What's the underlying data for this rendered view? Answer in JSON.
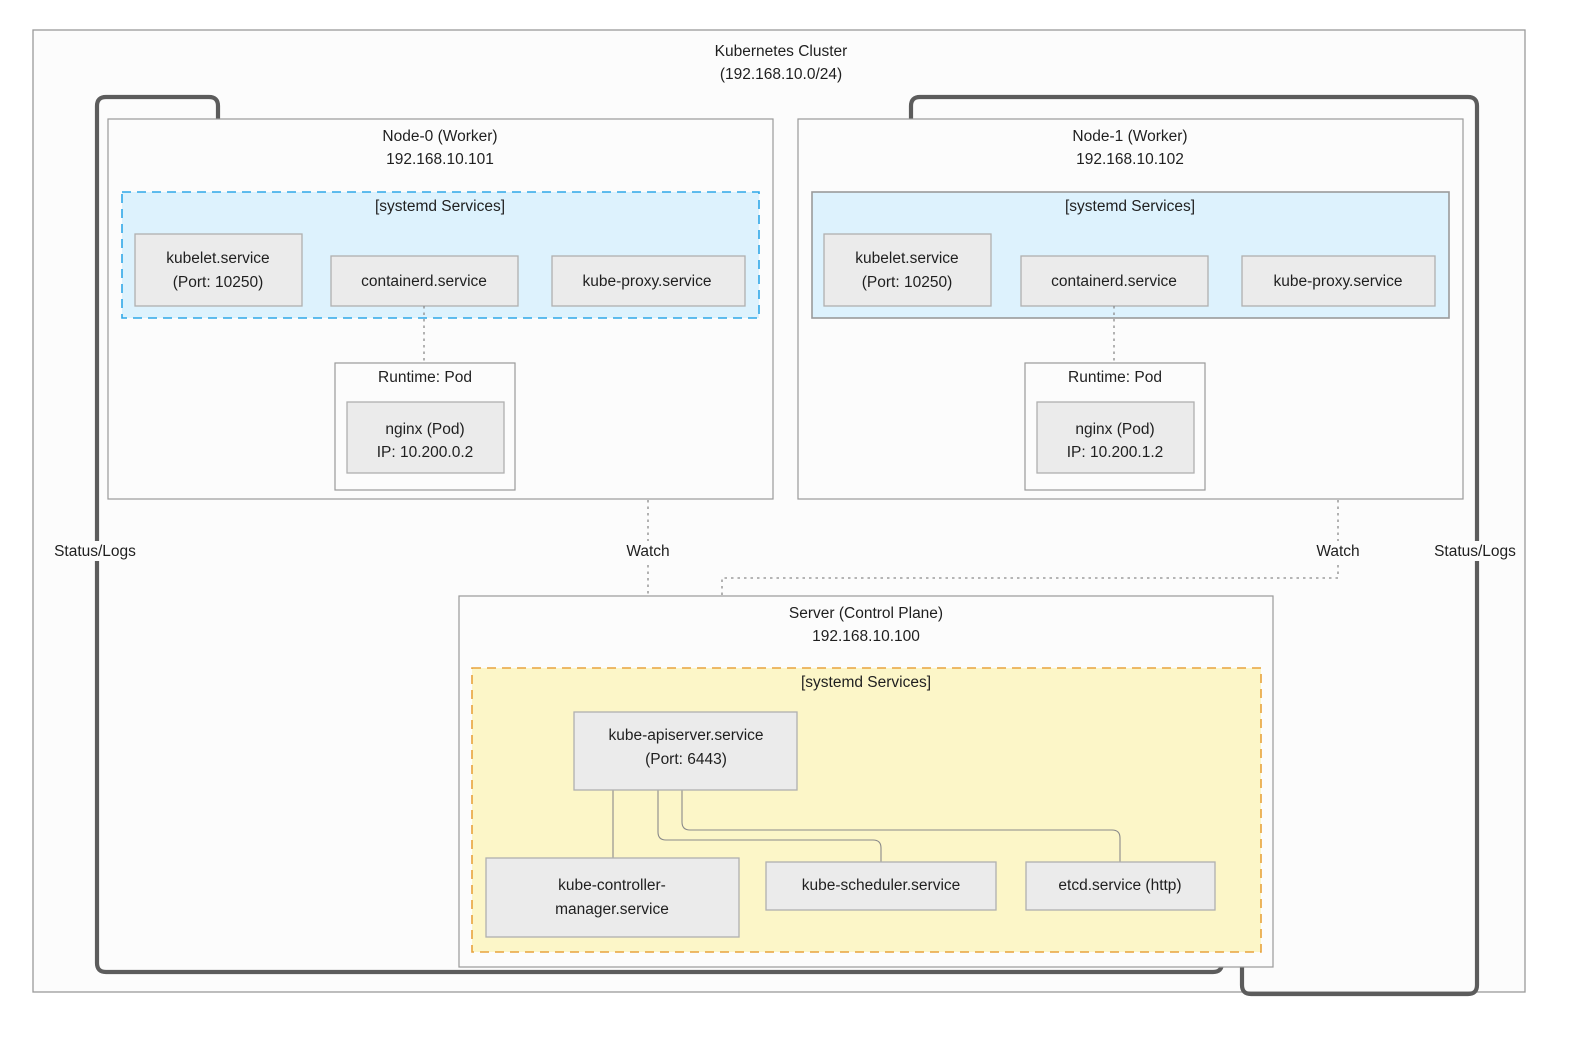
{
  "cluster": {
    "title": "Kubernetes Cluster",
    "subtitle": "(192.168.10.0/24)"
  },
  "nodes": [
    {
      "title": "Node-0 (Worker)",
      "ip": "192.168.10.101",
      "systemd_label": "[systemd Services]",
      "systemd_style": "dashed-blue",
      "services": [
        {
          "line1": "kubelet.service",
          "line2": "(Port: 10250)"
        },
        {
          "line1": "containerd.service",
          "line2": ""
        },
        {
          "line1": "kube-proxy.service",
          "line2": ""
        }
      ],
      "runtime": {
        "title": "Runtime: Pod",
        "pod_name": "nginx (Pod)",
        "pod_ip": "IP: 10.200.0.2"
      }
    },
    {
      "title": "Node-1 (Worker)",
      "ip": "192.168.10.102",
      "systemd_label": "[systemd Services]",
      "systemd_style": "solid-gray",
      "services": [
        {
          "line1": "kubelet.service",
          "line2": "(Port: 10250)"
        },
        {
          "line1": "containerd.service",
          "line2": ""
        },
        {
          "line1": "kube-proxy.service",
          "line2": ""
        }
      ],
      "runtime": {
        "title": "Runtime: Pod",
        "pod_name": "nginx (Pod)",
        "pod_ip": "IP: 10.200.1.2"
      }
    }
  ],
  "control_plane": {
    "title": "Server (Control Plane)",
    "ip": "192.168.10.100",
    "systemd_label": "[systemd Services]",
    "apiserver": {
      "line1": "kube-apiserver.service",
      "line2": "(Port: 6443)"
    },
    "services": [
      {
        "line1": "kube-controller-",
        "line2": "manager.service"
      },
      {
        "line1": "kube-scheduler.service",
        "line2": ""
      },
      {
        "line1": "etcd.service (http)",
        "line2": ""
      }
    ]
  },
  "edge_labels": {
    "status_logs_left": "Status/Logs",
    "status_logs_right": "Status/Logs",
    "watch_left": "Watch",
    "watch_right": "Watch"
  },
  "colors": {
    "systemd_blue_fill": "#ddf2fd",
    "systemd_blue_border": "#2fa8e8",
    "systemd_yellow_fill": "#fcf6c8",
    "systemd_yellow_border": "#e8a33d",
    "service_fill": "#ebebeb",
    "service_border": "#b0b0b0",
    "container_border": "#9a9a9a",
    "thick_edge": "#5c5c5c",
    "thin_edge": "#8a8a8a",
    "dotted_edge": "#8a8a8a",
    "canvas": "#fcfcfc",
    "text": "#1f1f1f"
  }
}
